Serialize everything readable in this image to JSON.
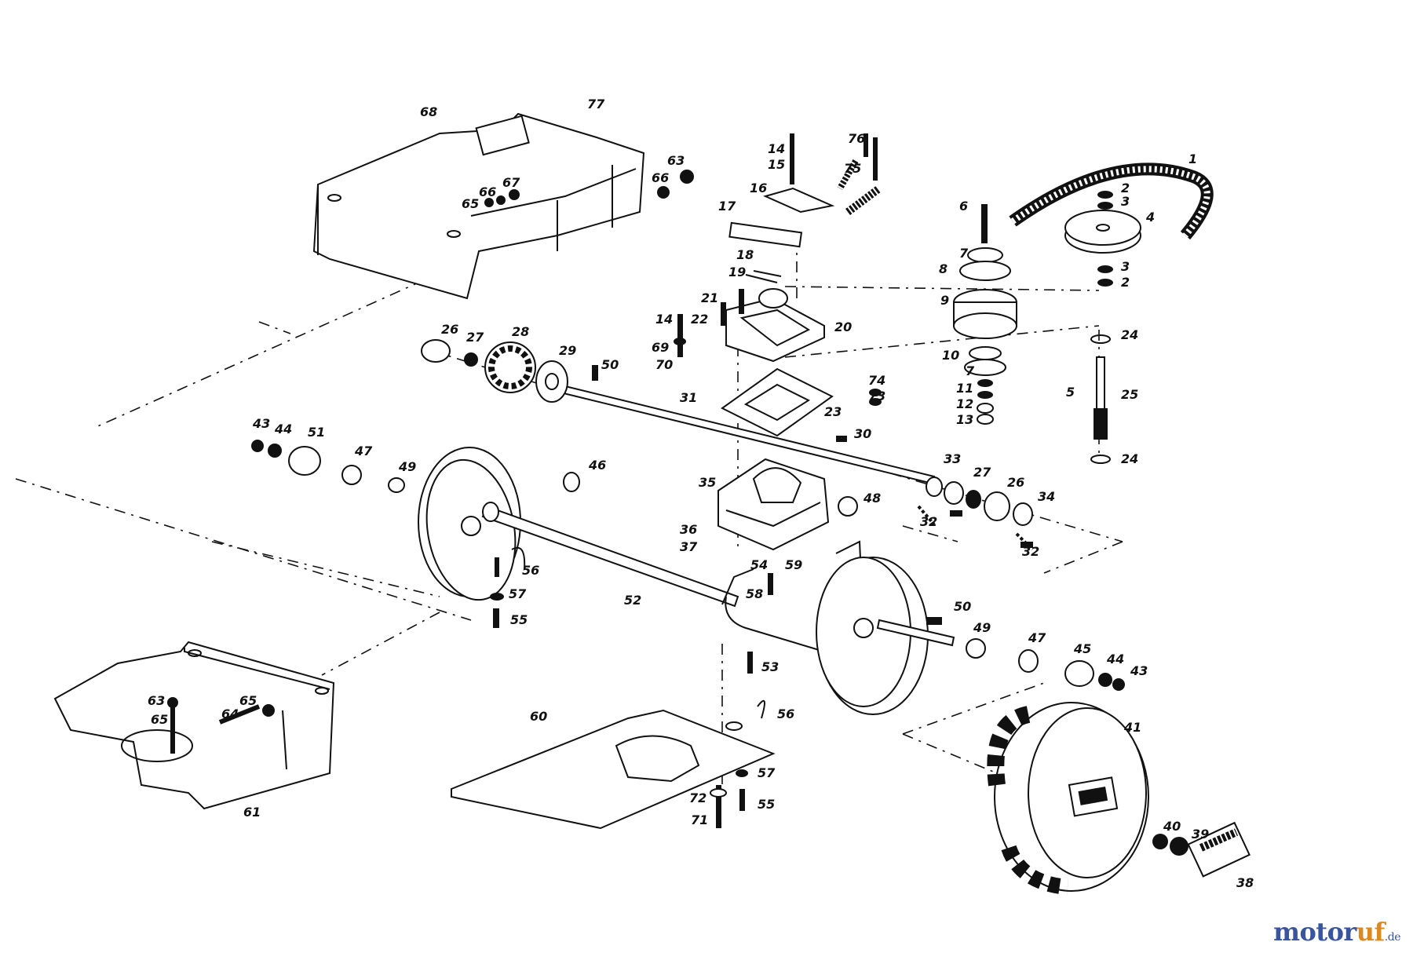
{
  "labels": {
    "l1": "1",
    "l2a": "2",
    "l2b": "2",
    "l3a": "3",
    "l3b": "3",
    "l4": "4",
    "l5": "5",
    "l6": "6",
    "l7a": "7",
    "l7b": "7",
    "l8": "8",
    "l9": "9",
    "l10": "10",
    "l11": "11",
    "l12": "12",
    "l13": "13",
    "l14a": "14",
    "l14b": "14",
    "l15": "15",
    "l16": "16",
    "l17": "17",
    "l18": "18",
    "l19": "19",
    "l20": "20",
    "l21": "21",
    "l22": "22",
    "l23": "23",
    "l24a": "24",
    "l24b": "24",
    "l25": "25",
    "l26a": "26",
    "l26b": "26",
    "l27a": "27",
    "l27b": "27",
    "l28": "28",
    "l29": "29",
    "l30": "30",
    "l31": "31",
    "l32a": "32",
    "l32b": "32",
    "l33": "33",
    "l34": "34",
    "l35": "35",
    "l36": "36",
    "l37": "37",
    "l38": "38",
    "l39": "39",
    "l40": "40",
    "l41": "41",
    "l43a": "43",
    "l43b": "43",
    "l44a": "44",
    "l44b": "44",
    "l45": "45",
    "l46": "46",
    "l47a": "47",
    "l47b": "47",
    "l48": "48",
    "l49a": "49",
    "l49b": "49",
    "l50a": "50",
    "l50b": "50",
    "l51": "51",
    "l52": "52",
    "l53": "53",
    "l54": "54",
    "l55a": "55",
    "l55b": "55",
    "l56a": "56",
    "l56b": "56",
    "l57a": "57",
    "l57b": "57",
    "l58": "58",
    "l59": "59",
    "l60": "60",
    "l61": "61",
    "l63a": "63",
    "l63b": "63",
    "l64": "64",
    "l65a": "65",
    "l65b": "65",
    "l65c": "65",
    "l66a": "66",
    "l66b": "66",
    "l67": "67",
    "l68": "68",
    "l69": "69",
    "l70": "70",
    "l71": "71",
    "l72": "72",
    "l73": "73",
    "l74": "74",
    "l75": "75",
    "l76": "76",
    "l77": "77"
  },
  "watermark": {
    "brand_a": "motor",
    "brand_b": "uf",
    "tld": ".de",
    "colors": {
      "blue": "#3a55a0",
      "orange": "#d98a22"
    }
  }
}
